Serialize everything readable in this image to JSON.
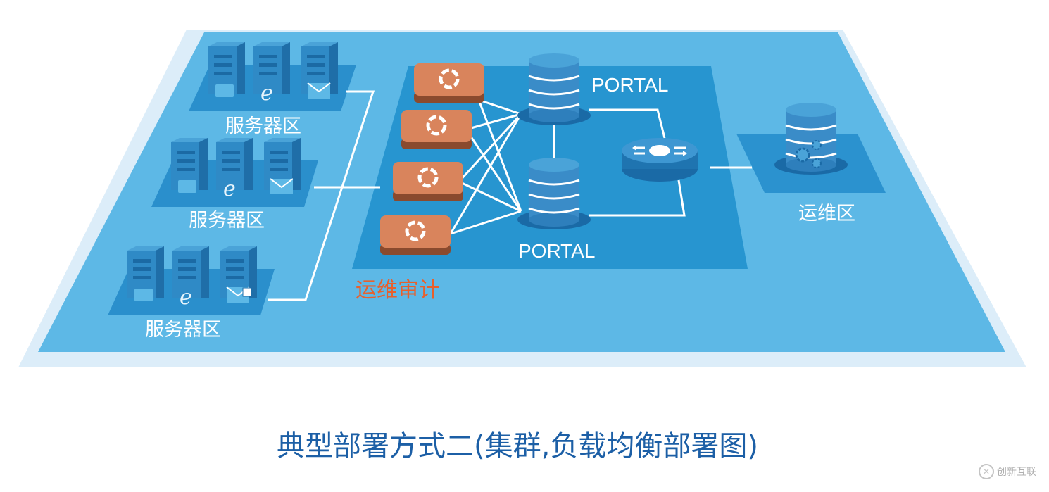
{
  "zones": {
    "server_zone_label": "服务器区",
    "audit_zone_label": "运维审计",
    "ops_zone_label": "运维区",
    "portal_top_label": "PORTAL",
    "portal_bottom_label": "PORTAL"
  },
  "caption": "典型部署方式二(集群,负载均衡部署图)",
  "watermark": {
    "text": "创新互联",
    "icon": "chuangxin-logo-icon"
  },
  "colors": {
    "platform": "#5db8e6",
    "platform_shadow": "#dcedf9",
    "inner_panel": "#2795d0",
    "server_tile": "#2a8fcc",
    "server_body": "#2f8ac6",
    "audit_device": "#d9845c",
    "database": "#1e6ea8",
    "caption": "#1c5fa6",
    "audit_label": "#e8602c"
  }
}
